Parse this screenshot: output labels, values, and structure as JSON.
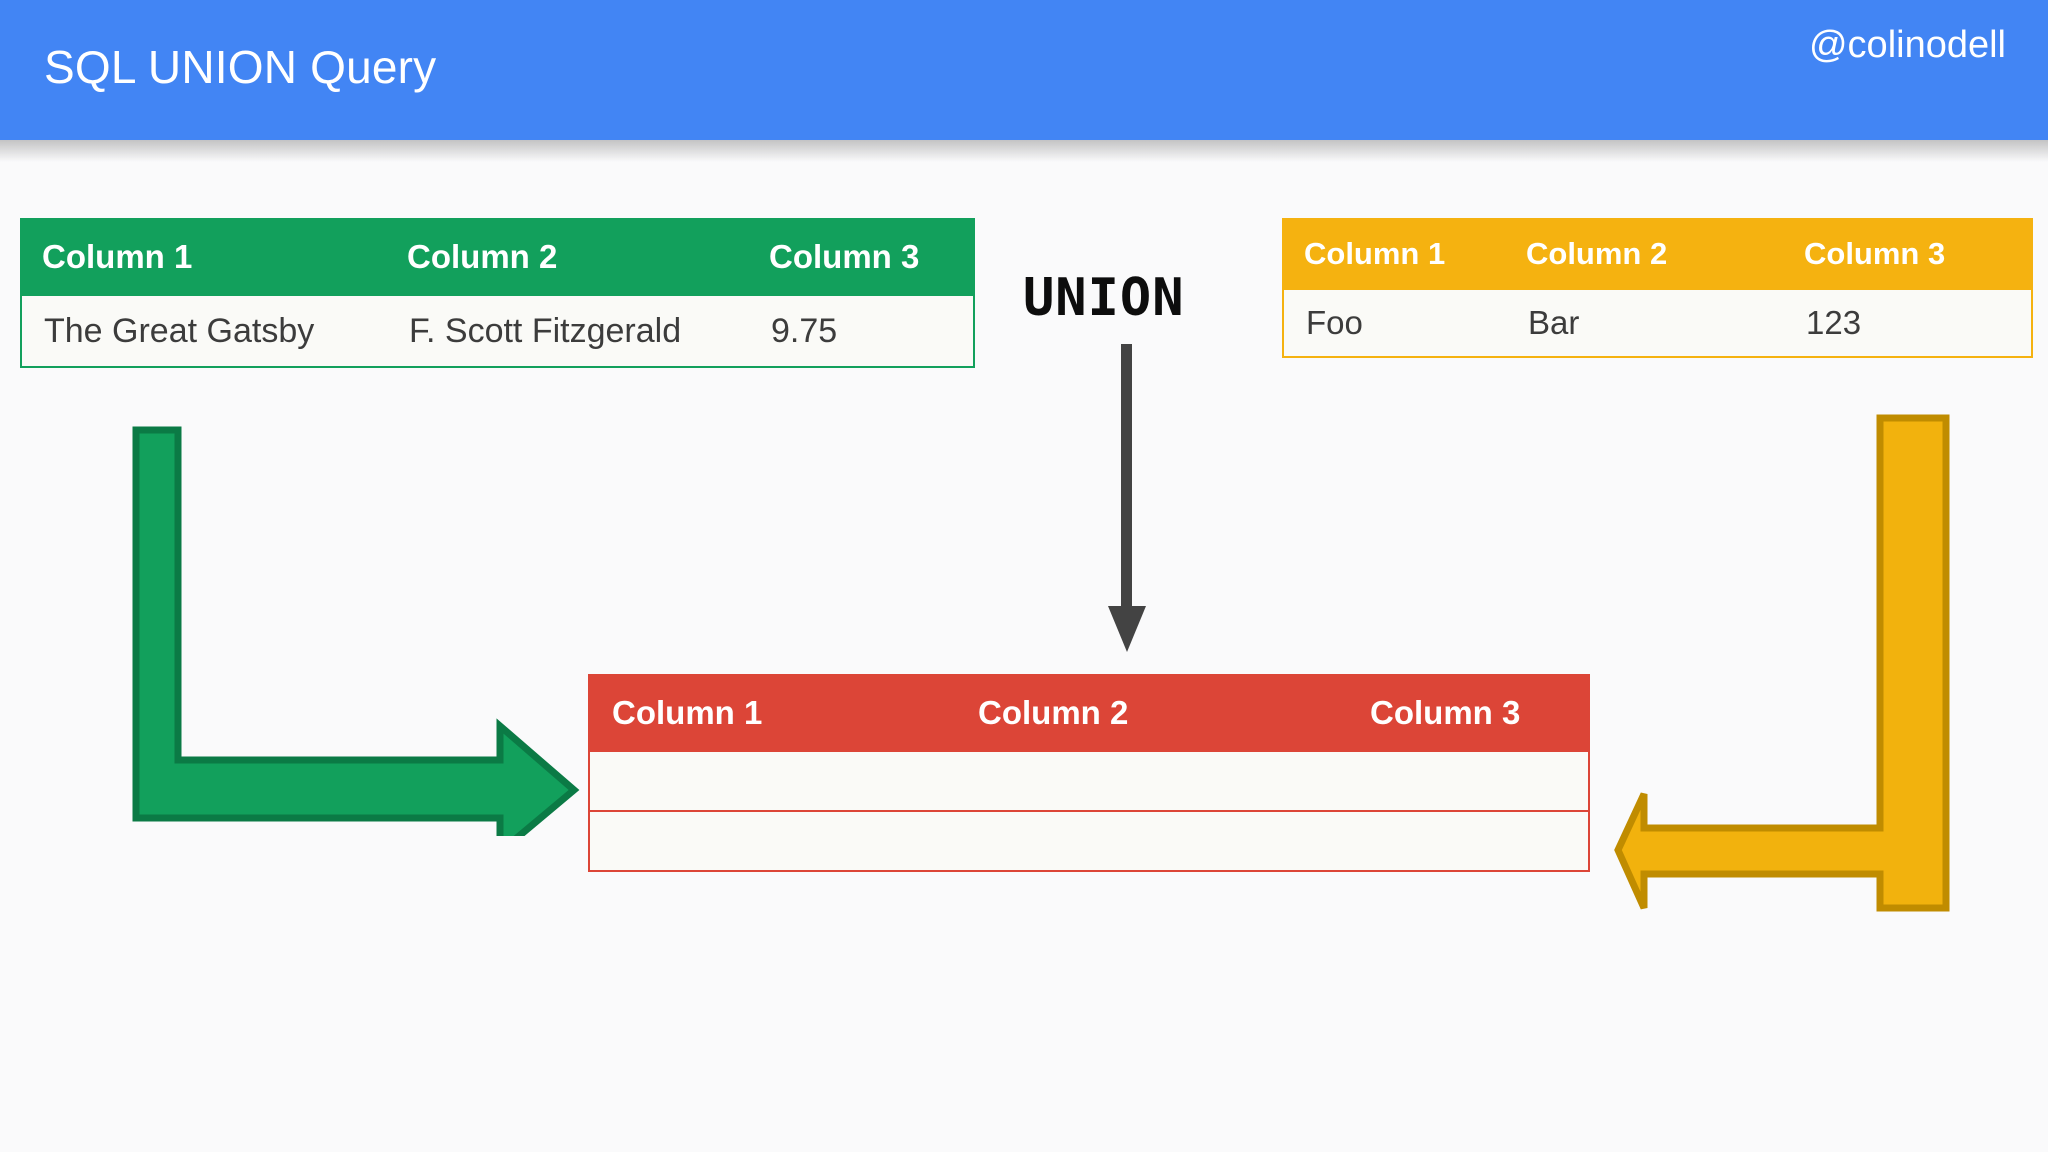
{
  "header": {
    "title": "SQL UNION Query",
    "handle": "@colinodell",
    "background_color": "#4285f4",
    "text_color": "#ffffff"
  },
  "operator": {
    "label": "UNION",
    "arrow_icon": "down-arrow-icon",
    "arrow_color": "#434343"
  },
  "tables": {
    "left": {
      "name": "source-table-left",
      "accent_color": "#12a05c",
      "headers": [
        "Column 1",
        "Column 2",
        "Column 3"
      ],
      "rows": [
        [
          "The Great Gatsby",
          "F. Scott Fitzgerald",
          "9.75"
        ]
      ]
    },
    "right": {
      "name": "source-table-right",
      "accent_color": "#f5b210",
      "headers": [
        "Column 1",
        "Column 2",
        "Column 3"
      ],
      "rows": [
        [
          "Foo",
          "Bar",
          "123"
        ]
      ]
    },
    "result": {
      "name": "result-table",
      "accent_color": "#dc4537",
      "headers": [
        "Column 1",
        "Column 2",
        "Column 3"
      ],
      "rows": [
        [
          "",
          "",
          ""
        ],
        [
          "",
          "",
          ""
        ]
      ]
    }
  },
  "arrows": {
    "left_elbow": {
      "icon": "elbow-arrow-right-icon",
      "fill": "#12a05c",
      "stroke": "#0b7a45"
    },
    "right_elbow": {
      "icon": "elbow-arrow-left-icon",
      "fill": "#f2b20d",
      "stroke": "#c08c00"
    }
  }
}
